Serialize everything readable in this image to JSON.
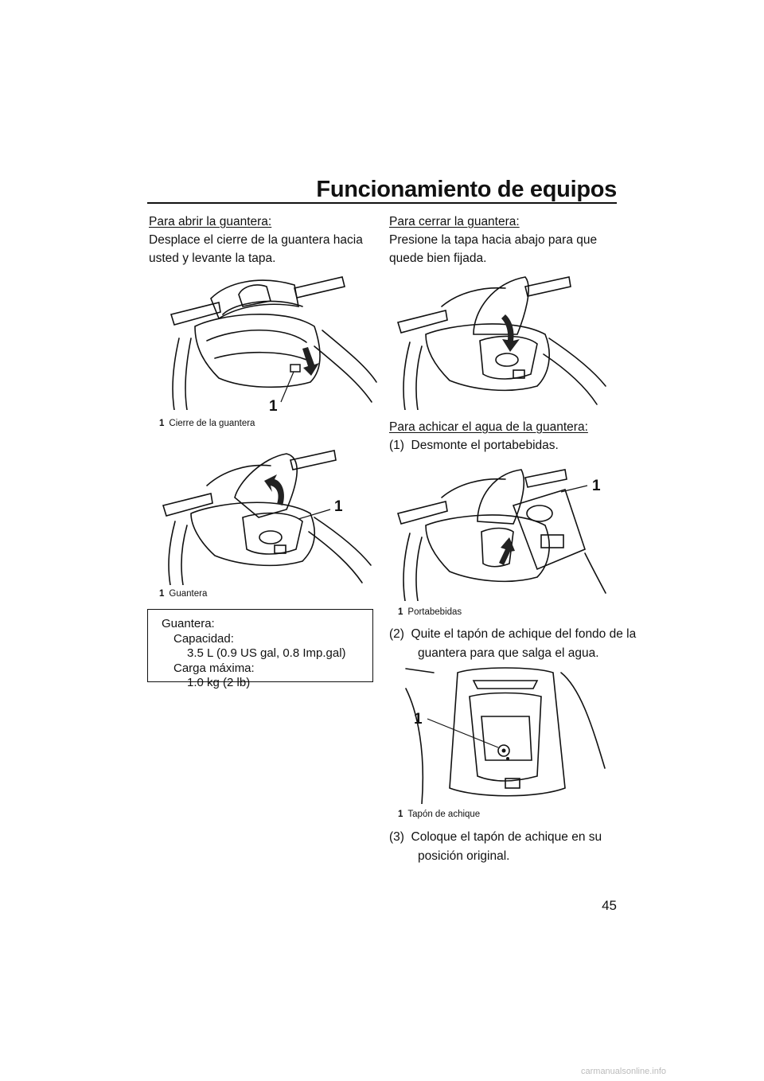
{
  "header": {
    "title": "Funcionamiento de equipos",
    "page_number": "45"
  },
  "left": {
    "open_heading": "Para abrir la guantera:",
    "open_text": "Desplace el cierre de la guantera hacia usted y levante la tapa.",
    "fig1": {
      "callout": "1",
      "caption_num": "1",
      "caption": "Cierre de la guantera"
    },
    "fig2": {
      "callout": "1",
      "caption_num": "1",
      "caption": "Guantera"
    },
    "spec": {
      "title": "Guantera:",
      "capacity_label": "Capacidad:",
      "capacity_value": "3.5 L (0.9 US gal, 0.8 Imp.gal)",
      "max_load_label": "Carga máxima:",
      "max_load_value": "1.0 kg (2 lb)"
    }
  },
  "right": {
    "close_heading": "Para cerrar la guantera:",
    "close_text": "Presione la tapa hacia abajo para que quede bien fijada.",
    "drain_heading": "Para achicar el agua de la guantera:",
    "step1": "(1)  Desmonte el portabebidas.",
    "fig4": {
      "callout": "1",
      "caption_num": "1",
      "caption": "Portabebidas"
    },
    "step2": "(2)  Quite el tapón de achique del fondo de la guantera para que salga el agua.",
    "fig5": {
      "callout": "1",
      "caption_num": "1",
      "caption": "Tapón de achique"
    },
    "step3": "(3)  Coloque el tapón de achique en su posición original."
  },
  "footer": {
    "watermark": "carmanualsonline.info"
  }
}
